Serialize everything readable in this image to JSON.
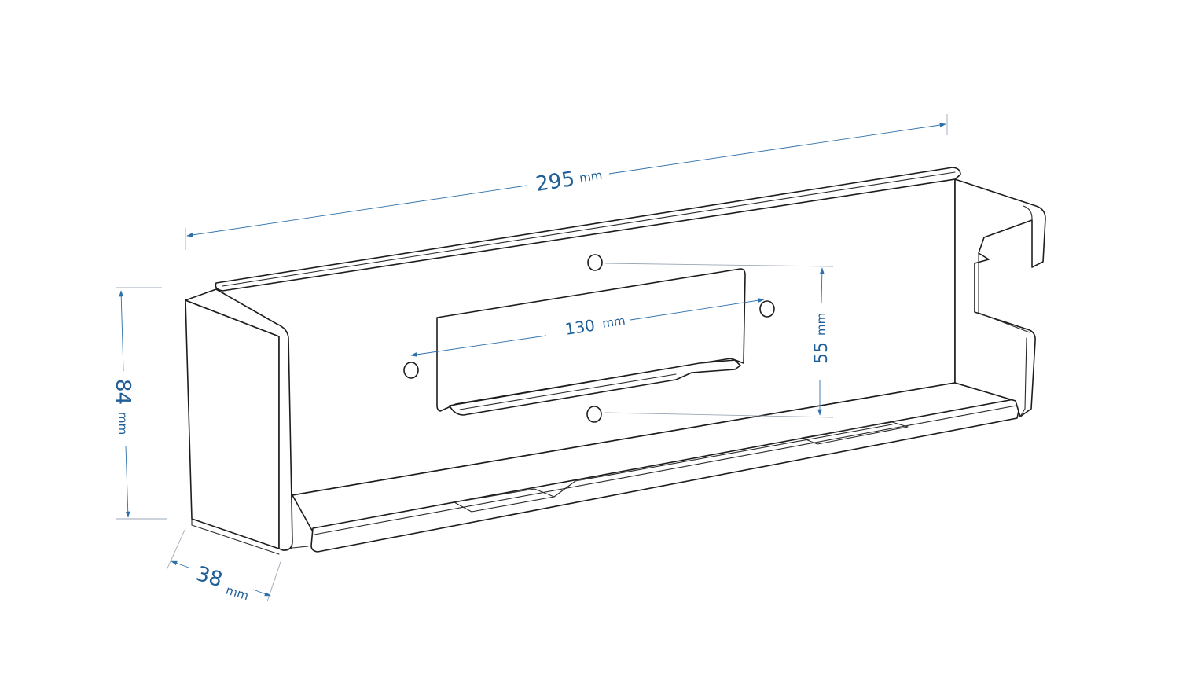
{
  "colors": {
    "dimension": "#2d6fa8",
    "dimension_text": "#1f5e96",
    "outline": "#1d1d1d",
    "background": "#ffffff"
  },
  "dimensions": {
    "length": {
      "value": "295",
      "unit": "mm"
    },
    "height": {
      "value": "84",
      "unit": "mm"
    },
    "depth": {
      "value": "38",
      "unit": "mm"
    },
    "hole_horizontal": {
      "value": "130",
      "unit": "mm"
    },
    "hole_vertical": {
      "value": "55",
      "unit": "mm"
    }
  }
}
